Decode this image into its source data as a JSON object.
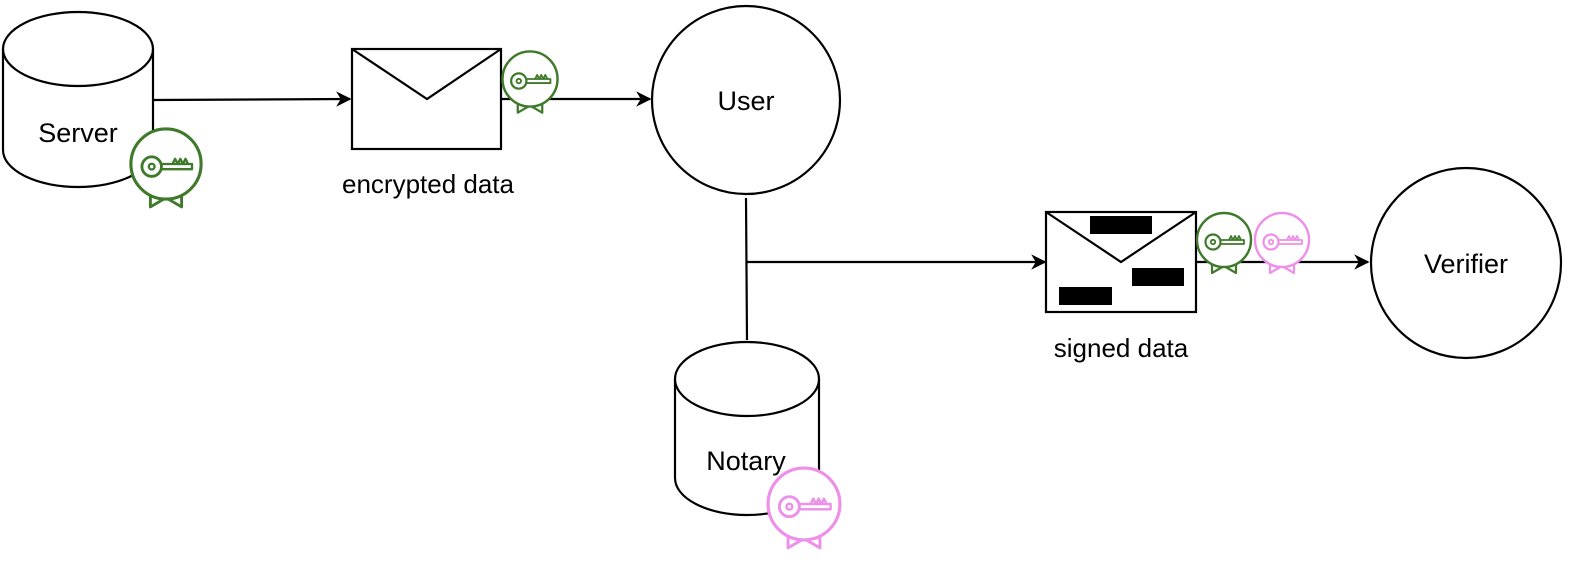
{
  "colors": {
    "server_key": "#3f7a2a",
    "notary_key": "#ee8fe9",
    "stroke": "#000000",
    "background": "#ffffff"
  },
  "nodes": {
    "server": {
      "label": "Server",
      "shape": "cylinder"
    },
    "user": {
      "label": "User",
      "shape": "circle"
    },
    "notary": {
      "label": "Notary",
      "shape": "cylinder"
    },
    "verifier": {
      "label": "Verifier",
      "shape": "circle"
    }
  },
  "messages": {
    "encrypted": {
      "label": "encrypted data",
      "icon": "envelope-icon"
    },
    "signed": {
      "label": "signed data",
      "icon": "redacted-envelope-icon"
    }
  },
  "edges": [
    {
      "from": "server",
      "to": "encrypted"
    },
    {
      "from": "encrypted",
      "to": "user"
    },
    {
      "from": "user",
      "to": "notary"
    },
    {
      "from": "user-notary-junction",
      "to": "signed"
    },
    {
      "from": "signed",
      "to": "verifier"
    }
  ]
}
